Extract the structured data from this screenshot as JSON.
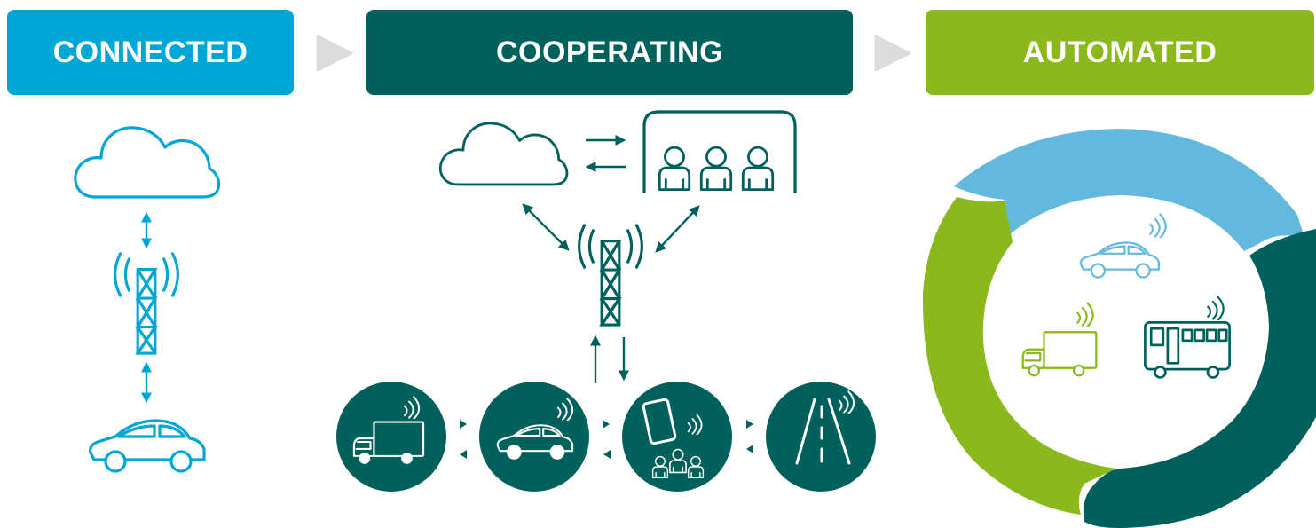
{
  "stages": {
    "connected": {
      "label": "CONNECTED"
    },
    "cooperating": {
      "label": "COOPERATING"
    },
    "automated": {
      "label": "AUTOMATED"
    }
  },
  "colors": {
    "connected": "#00A6D6",
    "cooperating": "#00615C",
    "automated": "#8BB81C",
    "automated_light_blue": "#63B8DE",
    "chevron": "#DCDCDC"
  },
  "icons": {
    "connected": [
      "cloud-icon",
      "cell-tower-icon",
      "car-icon"
    ],
    "cooperating": [
      "cloud-icon",
      "people-group-icon",
      "cell-tower-icon",
      "truck-icon",
      "car-icon",
      "smartphone-people-icon",
      "road-icon"
    ],
    "automated": [
      "car-icon",
      "truck-icon",
      "bus-icon"
    ]
  }
}
